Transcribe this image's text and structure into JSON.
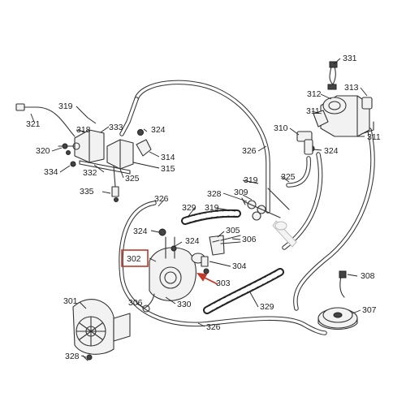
{
  "highlight": {
    "label": "302",
    "color": "#c0392b"
  },
  "arrow_color": "#c0392b",
  "labels": {
    "l331": "331",
    "l312": "312",
    "l313": "313",
    "l311a": "311",
    "l311b": "311",
    "l310": "310",
    "l324a": "324",
    "l319a": "319",
    "l321": "321",
    "l318": "318",
    "l333": "333",
    "l324b": "324",
    "l320": "320",
    "l334": "334",
    "l314": "314",
    "l315": "315",
    "l332": "332",
    "l325a": "325",
    "l326a": "326",
    "l325b": "325",
    "l335": "335",
    "l319b": "319",
    "l328a": "328",
    "l309": "309",
    "l326b": "326",
    "l329a": "329",
    "l319c": "319",
    "l324c": "324",
    "l305": "305",
    "l324d": "324",
    "l306a": "306",
    "l302": "302",
    "l304": "304",
    "l303": "303",
    "l308": "308",
    "l301": "301",
    "l306b": "306",
    "l330": "330",
    "l329b": "329",
    "l307": "307",
    "l326c": "326",
    "l328b": "328"
  }
}
